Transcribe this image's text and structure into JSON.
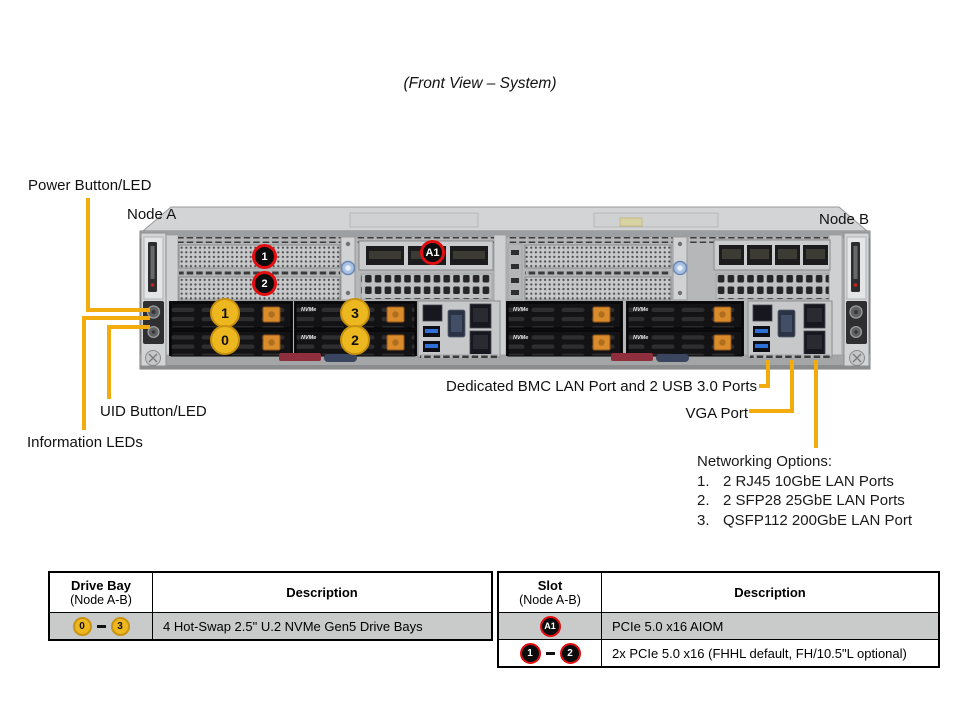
{
  "title": "(Front View – System)",
  "labels": {
    "power": "Power Button/LED",
    "node_a": "Node A",
    "node_b": "Node B",
    "uid": "UID Button/LED",
    "info_leds": "Information LEDs",
    "bmc": "Dedicated BMC LAN Port and 2 USB 3.0 Ports",
    "vga": "VGA Port"
  },
  "networking": {
    "heading": "Networking Options:",
    "items": [
      {
        "num": "1.",
        "text": "2 RJ45 10GbE LAN Ports"
      },
      {
        "num": "2.",
        "text": "2 SFP28 25GbE LAN Ports"
      },
      {
        "num": "3.",
        "text": "QSFP112 200GbE LAN Port"
      }
    ]
  },
  "markers": {
    "pcie_1": "1",
    "pcie_2": "2",
    "aiom": "A1",
    "bay_top_left": "1",
    "bay_bottom_left": "0",
    "bay_top_right": "3",
    "bay_bottom_right": "2",
    "nvme": "NVMe"
  },
  "drive_bay_table": {
    "col1_line1": "Drive Bay",
    "col1_line2": "(Node A-B)",
    "col2": "Description",
    "row": {
      "start": "0",
      "end": "3",
      "desc": "4 Hot-Swap 2.5\" U.2 NVMe Gen5 Drive Bays"
    }
  },
  "slot_table": {
    "col1_line1": "Slot",
    "col1_line2": "(Node A-B)",
    "col2": "Description",
    "row_aiom": {
      "badge": "A1",
      "desc": "PCIe 5.0 x16 AIOM"
    },
    "row_pcie": {
      "start": "1",
      "end": "2",
      "desc": "2x PCIe 5.0 x16 (FHHL default, FH/10.5\"L optional)"
    }
  },
  "colors": {
    "callout_yellow": "#F2AC0E",
    "marker_yellow": "#EDB71F",
    "marker_red_ring": "#E10E10",
    "table_row_gray": "#C9CACA"
  }
}
